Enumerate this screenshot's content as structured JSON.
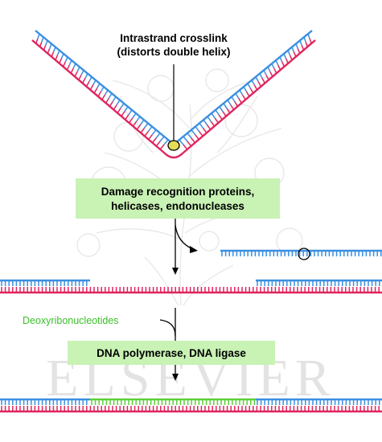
{
  "annotations": {
    "crosslink_line1": "Intrastrand crosslink",
    "crosslink_line2": "(distorts double helix)",
    "recognition_line1": "Damage recognition proteins,",
    "recognition_line2": "helicases, endonucleases",
    "nucleotides": "Deoxyribonucleotides",
    "polymerase": "DNA polymerase, DNA ligase"
  },
  "watermark": {
    "publisher": "ELSEVIER"
  },
  "colors": {
    "top_strand": "#3a8fe0",
    "bottom_strand": "#e0245e",
    "new_strand": "#5ccf3a",
    "label_box": "#c9f2b5",
    "crosslink_fill": "#e7dc55",
    "nucleotide_label": "#3cbf2a",
    "arrow": "#000000"
  }
}
